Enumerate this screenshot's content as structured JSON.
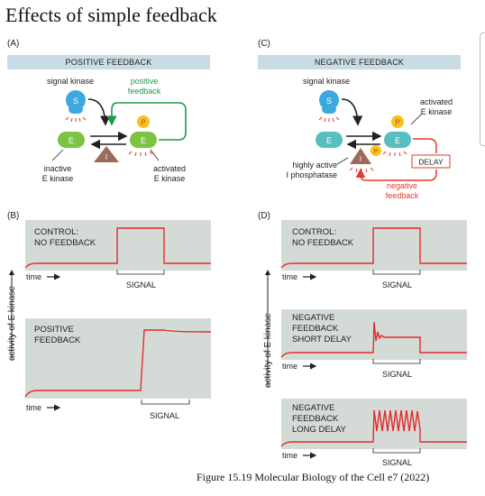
{
  "title": "Effects of simple feedback",
  "panels": {
    "a": "(A)",
    "b": "(B)",
    "c": "(C)",
    "d": "(D)"
  },
  "positive": {
    "banner": "POSITIVE FEEDBACK",
    "signal_kinase": "signal kinase",
    "feedback": [
      "positive",
      "feedback"
    ],
    "inactive": [
      "inactive",
      "E kinase"
    ],
    "activated": [
      "activated",
      "E kinase"
    ]
  },
  "negative": {
    "banner": "NEGATIVE FEEDBACK",
    "signal_kinase": "signal kinase",
    "activated": [
      "activated",
      "E kinase"
    ],
    "phosphatase": [
      "highly active",
      "I phosphatase"
    ],
    "delay": "DELAY",
    "feedback": [
      "negative",
      "feedback"
    ]
  },
  "molecules": {
    "s": "S",
    "e": "E",
    "p": "P",
    "i": "I"
  },
  "plots": {
    "b_control": [
      "CONTROL:",
      "NO FEEDBACK"
    ],
    "b_positive": [
      "POSITIVE",
      "FEEDBACK"
    ],
    "d_control": [
      "CONTROL:",
      "NO FEEDBACK"
    ],
    "d_short": [
      "NEGATIVE",
      "FEEDBACK",
      "SHORT DELAY"
    ],
    "d_long": [
      "NEGATIVE",
      "FEEDBACK",
      "LONG DELAY"
    ],
    "time": "time",
    "signal": "SIGNAL",
    "ylabel": "activity of E kinase"
  },
  "caption": "Figure 15.19 Molecular Biology of the Cell e7 (2022)",
  "colors": {
    "banner": "#c9dbe5",
    "plot_bg": "#d4dbd6",
    "trace": "#e32b2b",
    "kinase_e": "#7cc444",
    "kinase_s": "#3ba9df",
    "phosphate": "#f6c21c",
    "phosphatase": "#9b6b5a",
    "positive": "#1e9a4a",
    "negative": "#e23a2c"
  }
}
